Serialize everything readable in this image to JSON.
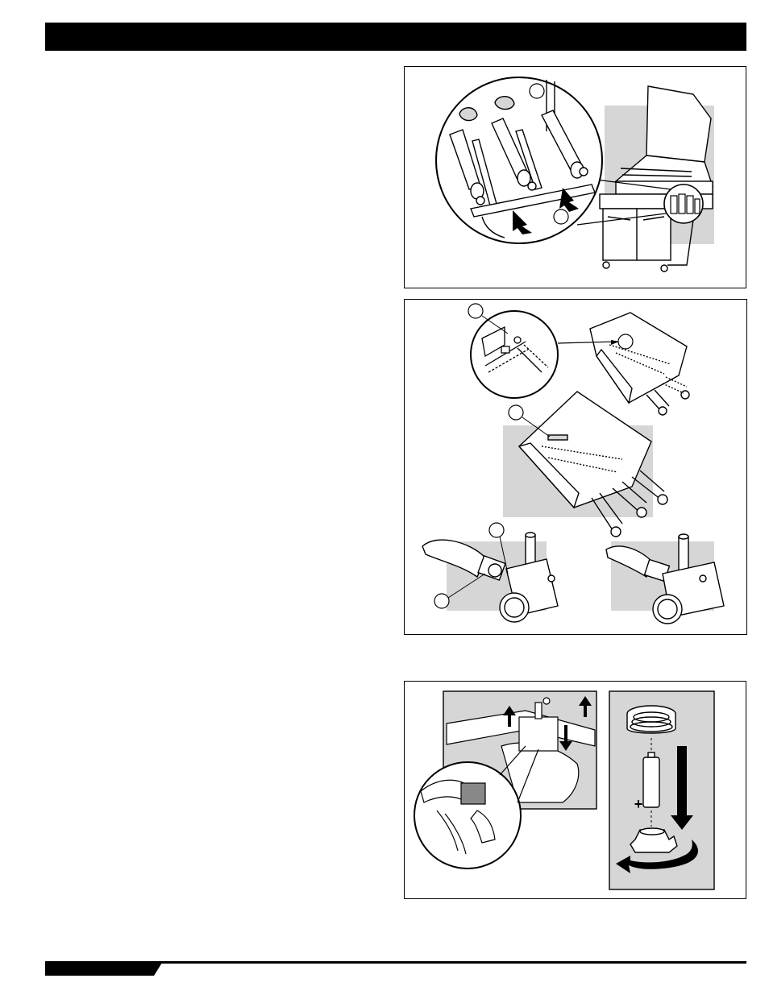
{
  "page": {
    "header": {
      "text": ""
    },
    "footer": {
      "page_label": ""
    },
    "colors": {
      "ink": "#000000",
      "shade": "#d6d6d6",
      "paper": "#ffffff"
    }
  },
  "figures": [
    {
      "id": "burner-removal",
      "callouts": [
        "",
        ""
      ]
    },
    {
      "id": "burner-box-crossover",
      "callouts": [
        "",
        "",
        "",
        ""
      ]
    },
    {
      "id": "igniter-battery",
      "callouts": []
    }
  ]
}
